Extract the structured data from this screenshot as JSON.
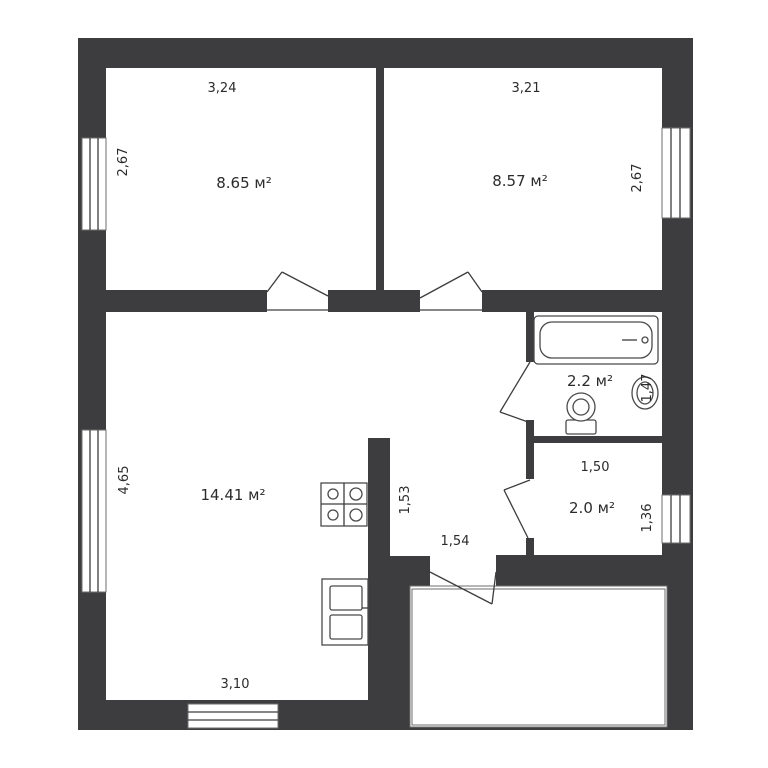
{
  "rooms": {
    "bedroom_left": {
      "area": "8.65 м²",
      "width": "3,24",
      "height": "2,67"
    },
    "bedroom_right": {
      "area": "8.57 м²",
      "width": "3,21",
      "height": "2,67"
    },
    "living_kitchen": {
      "area": "14.41 м²",
      "width": "3,10",
      "height": "4,65"
    },
    "bathroom": {
      "area": "2.2 м²",
      "height": "1,47"
    },
    "small_room": {
      "area": "2.0 м²",
      "width": "1,50",
      "height": "1,36"
    },
    "corridor": {
      "height": "1,53",
      "width": "1,54"
    }
  },
  "colors": {
    "wall": "#3d3d3f",
    "background": "#ffffff"
  }
}
